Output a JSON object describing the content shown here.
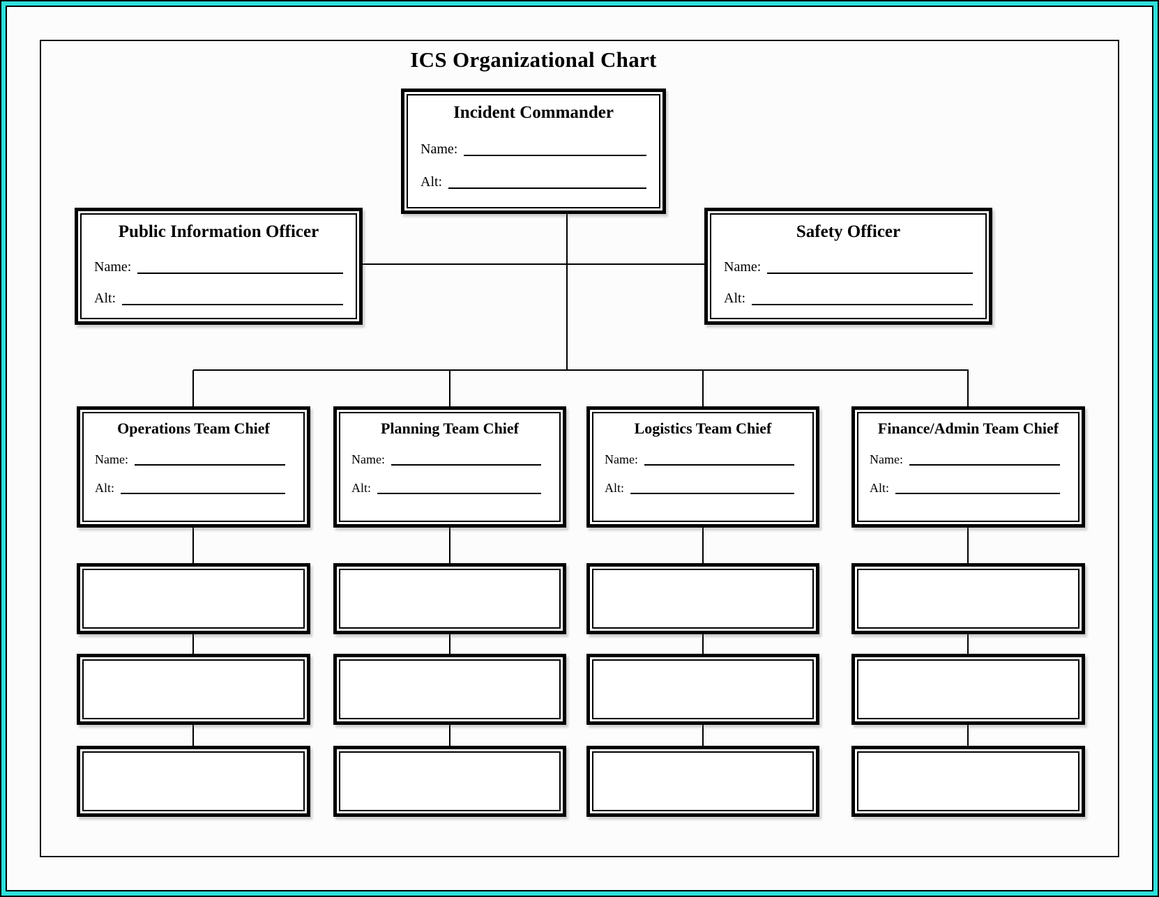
{
  "page": {
    "title": "ICS Organizational Chart"
  },
  "labels": {
    "name": "Name:",
    "alt": "Alt:"
  },
  "colors": {
    "accent_border": "#2fe0dc",
    "line": "#000000"
  },
  "nodes": {
    "incident_commander": {
      "title": "Incident Commander",
      "name_value": "",
      "alt_value": ""
    },
    "public_information_officer": {
      "title": "Public Information Officer",
      "name_value": "",
      "alt_value": ""
    },
    "safety_officer": {
      "title": "Safety Officer",
      "name_value": "",
      "alt_value": ""
    },
    "operations_team_chief": {
      "title": "Operations Team Chief",
      "name_value": "",
      "alt_value": ""
    },
    "planning_team_chief": {
      "title": "Planning Team Chief",
      "name_value": "",
      "alt_value": ""
    },
    "logistics_team_chief": {
      "title": "Logistics Team Chief",
      "name_value": "",
      "alt_value": ""
    },
    "finance_admin_team_chief": {
      "title": "Finance/Admin Team Chief",
      "name_value": "",
      "alt_value": ""
    }
  }
}
